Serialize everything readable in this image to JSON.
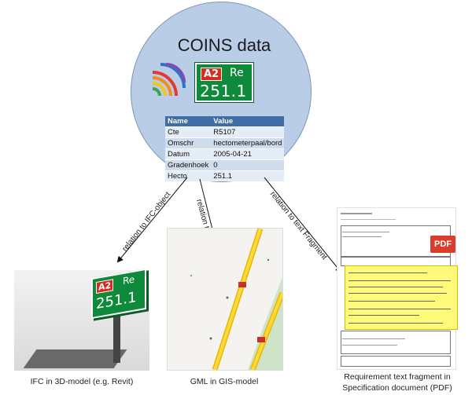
{
  "coins": {
    "title": "COINS data",
    "sign": {
      "road": "A2",
      "letters": "Re",
      "number": "251.1"
    },
    "table": {
      "headers": [
        "Name",
        "Value"
      ],
      "rows": [
        [
          "Cte",
          "R5107"
        ],
        [
          "Omschr",
          "hectometerpaal/bord"
        ],
        [
          "Datum",
          "2005-04-21"
        ],
        [
          "Gradenhoek",
          "0"
        ],
        [
          "Hecto",
          "251.1"
        ]
      ]
    }
  },
  "relations": {
    "ifc": "relation to IFC-object",
    "gml": "relation to GML-object",
    "text": "relation to text Fragment"
  },
  "captions": {
    "ifc": "IFC in 3D-model (e.g. Revit)",
    "gis": "GML in GIS-model",
    "spec_line1": "Requirement text fragment in",
    "spec_line2": "Specification document (PDF)"
  },
  "pdf_badge": "PDF",
  "colors": {
    "circle_fill": "#b9cde6",
    "sign_green": "#0e8a3a",
    "road_red": "#d62b1f",
    "highlight_yellow": "#fff97a"
  }
}
